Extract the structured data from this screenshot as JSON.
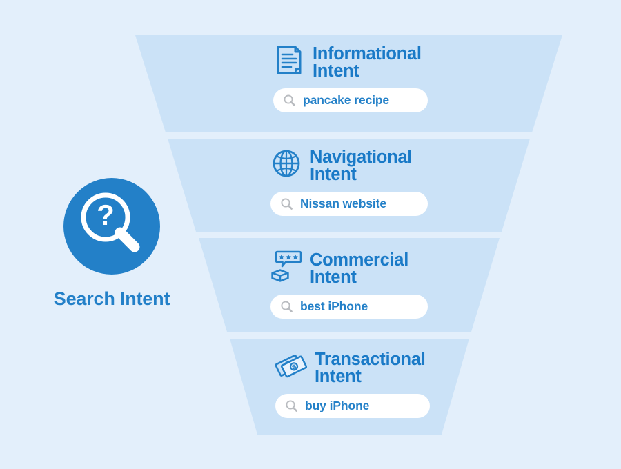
{
  "canvas": {
    "background_color": "#e3effb",
    "funnel_fill": "#cbe2f7",
    "accent_color": "#2380c8",
    "heading_color": "#1a7ac7",
    "pill_background": "#ffffff"
  },
  "badge": {
    "label": "Search Intent",
    "icon": "magnifier-question-icon"
  },
  "funnel": {
    "stages": [
      {
        "id": "informational",
        "icon": "document-lines-icon",
        "title": "Informational\nIntent",
        "query": "pancake recipe",
        "search_icon": "search-icon"
      },
      {
        "id": "navigational",
        "icon": "globe-icon",
        "title": "Navigational\nIntent",
        "query": "Nissan website",
        "search_icon": "search-icon"
      },
      {
        "id": "commercial",
        "icon": "box-review-stars-icon",
        "title": "Commercial\nIntent",
        "query": "best iPhone",
        "search_icon": "search-icon"
      },
      {
        "id": "transactional",
        "icon": "banknotes-money-icon",
        "title": "Transactional\nIntent",
        "query": "buy iPhone",
        "search_icon": "search-icon"
      }
    ]
  }
}
